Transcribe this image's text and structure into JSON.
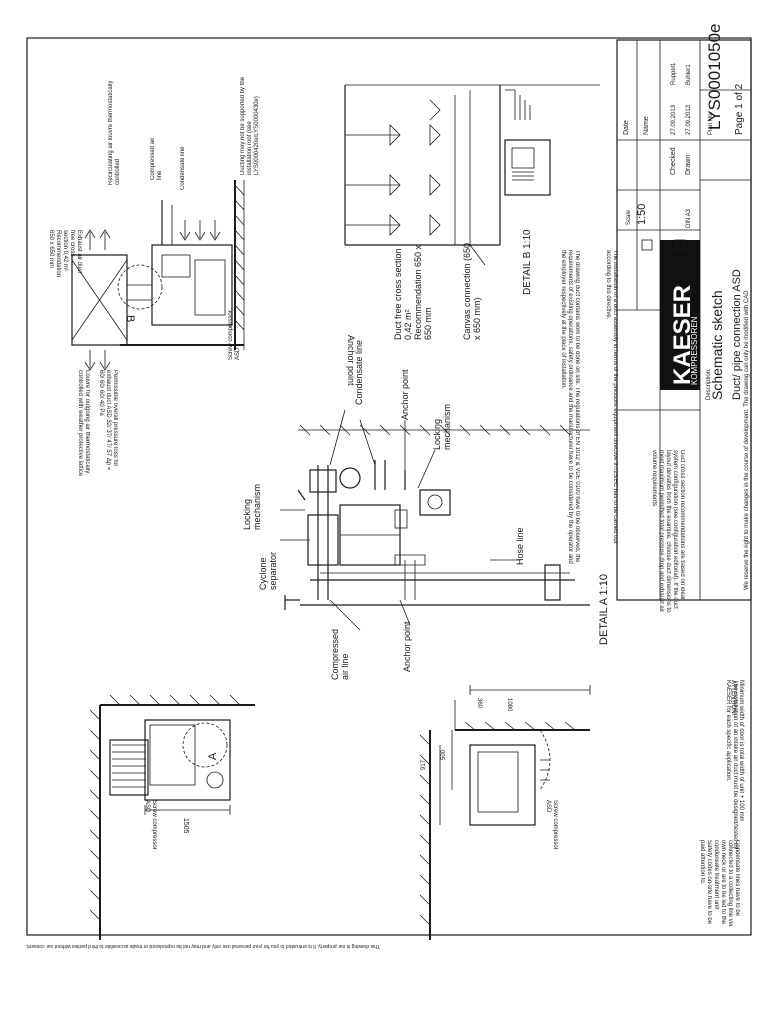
{
  "title_block": {
    "revision_header": "Name",
    "col_date": "Date",
    "row_drawn": "Drawn",
    "row_checked": "Checked",
    "drawn_date": "27.09.2013",
    "checked_date": "27.09.2013",
    "drawn_name": "Buhler1",
    "checked_name": "Ruppel1",
    "scale_label": "Scale",
    "scale_value": "1:50",
    "size_label": "DIN A3",
    "plan_no_label": "Plan No.",
    "plan_no": "LYS0001050e",
    "page": "Page 1 of 2",
    "description_label": "Description:",
    "description": "Schematic sketch",
    "subtitle": "Duct/ pipe connection ASD",
    "logo_line1": "KAESER",
    "logo_line2": "KOMPRESSOREN",
    "footer": "We reserve the right to make changes in the course of development. The drawing can only be modified with CAD"
  },
  "notes": {
    "ducting": "The drawing duct contains work to be done on site. The regulations of EN 1012 & VDE 0100 have to be observed, the requirements of existing operations, safety ordinance and the manufacturer have to be considered by the operator and the employer respectively at the place of installation.",
    "pressure": "The installation of a duct assembly in terms of the pressure equipment directive 97/23/EC has to be carried out according to this directive.",
    "duct_cross": "Duct cross section recommendations are based on ideal system configuration (see configuration editorial). If the duct layout deviates from the example, choose duct dimensions to meet maximum permitted total pressure drop and exhaust air volume requirements.",
    "intake_duct": "The installation of an intake air duct must be designed/tested by KAESER for each specific application.",
    "attention_label": "ATTENTION!",
    "attention": "Minimum width of door is total width of unit + 100 mm",
    "safety": "Safety codes on-site have to be paid attention to.",
    "condensate": "Condensate lines have to be connected to a collecting line via own neck or are to be led to the condensate treatment unit separately; a pressure loss drain has to be provided for.",
    "louvre": "Louvre for outgoing air thermostatically controlled with weather protective lattice",
    "pressure_loss": "Permissible overall pressure loss for exhaust duct ASD 32/ 37/ 47/ 57 Δp = 60/ 60/ 60/ 40 Pa",
    "copyright": "This drawing is our property. It is entrusted to you for your personal use only and may not be reproduced or made accessible to third parties without our consent."
  },
  "labels": {
    "exhaust_duct": "Exhaust air duct",
    "free_cross": "free cross",
    "section_042": "section 0,42 m²",
    "recommendation": "Recommendation",
    "dim_650": "650 x 650 mm",
    "recirc_louvre": "Recirculating air louvre thermostatically controlled",
    "compressed_air_line": "Compressed air line",
    "condensate_line": "Condensate line",
    "ducting_supported": "Ducting may not be supported by the installation roof (see LYS0000420e/LYS0000430e)",
    "screw_compressor": "Screw compressor ASD",
    "detail_b": "DETAIL B 1:10",
    "detail_a": "DETAIL A 1:10",
    "duct_free_cross": "Duct free cross section 0,42 m² Recommendation 650 x 650 mm",
    "canvas_connection": "Canvas connection (650 x 650 mm)",
    "anchor_point": "Anchor point",
    "condensate_line_2": "Condensate line",
    "locking_mechanism": "Locking mechanism",
    "cyclone_separator": "Cyclone separator",
    "hose_line": "Hose line",
    "compressed_air_line_2": "Compressed air line",
    "marker_a": "A",
    "marker_b": "B",
    "dim_1505": "1505",
    "dim_917": "917",
    "dim_500": "500",
    "dim_1080": "1080",
    "dim_360": "360"
  }
}
